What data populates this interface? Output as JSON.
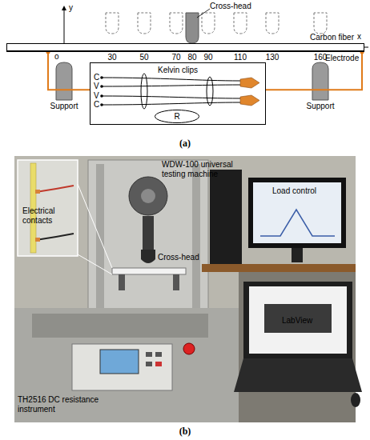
{
  "diagram": {
    "nodes": [
      {
        "text": [
          "Carbon fiber"
        ]
      },
      {
        "text": [
          "Kelvin clips"
        ]
      },
      {
        "text": [
          "R"
        ],
        "in": 1
      }
    ],
    "edges": [
      {
        "from": 1,
        "to": 0,
        "arrow": "none"
      },
      {
        "from": 1,
        "to": 0,
        "arrow": "none"
      }
    ],
    "labels": [
      "y",
      "o",
      "x",
      "30",
      "50",
      "70",
      "80",
      "90",
      "110",
      "130",
      "160",
      "Cross-head",
      "Support",
      "Support",
      "Electrode",
      "C",
      "V",
      "V",
      "C",
      "(a)",
      "WDW-100 universal testing machine",
      "Load control",
      "Electrical contacts",
      "Cross-head",
      "LabView",
      "TH2516 DC resistance instrument",
      "(b)"
    ]
  }
}
